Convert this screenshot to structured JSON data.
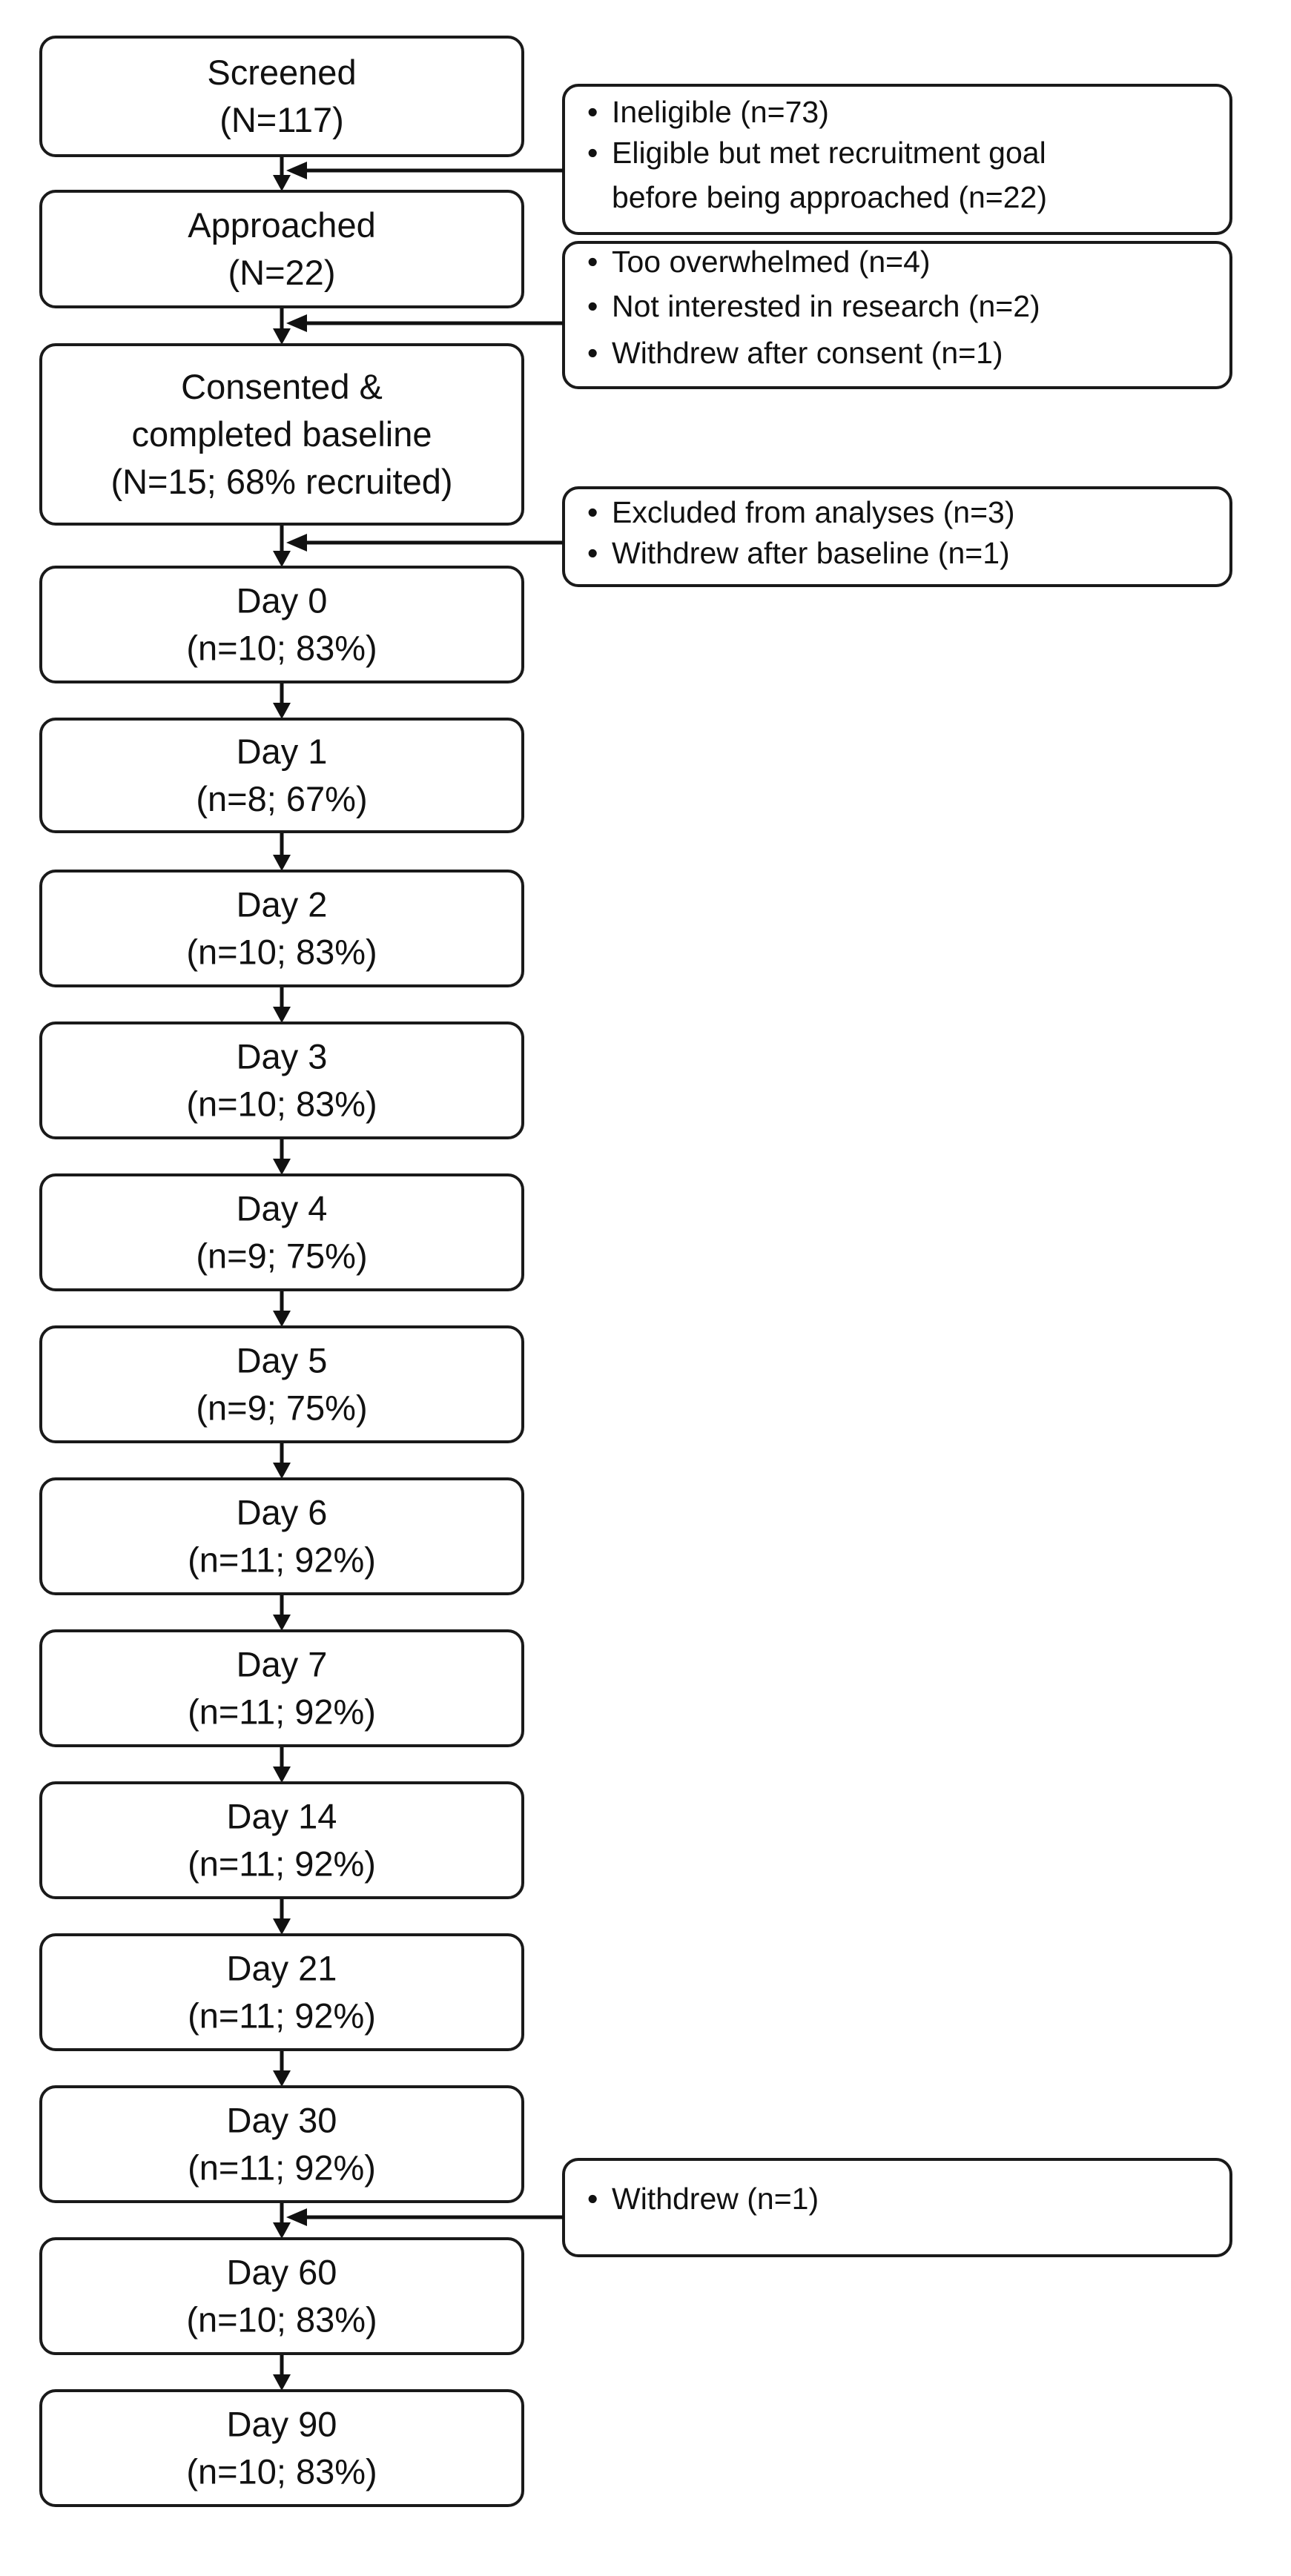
{
  "main_boxes": [
    {
      "lines": [
        "Screened",
        "(N=117)"
      ]
    },
    {
      "lines": [
        "Approached",
        "(N=22)"
      ]
    },
    {
      "lines": [
        "Consented &",
        "completed baseline",
        "(N=15; 68% recruited)"
      ]
    },
    {
      "lines": [
        "Day 0",
        "(n=10; 83%)"
      ]
    },
    {
      "lines": [
        "Day 1",
        "(n=8; 67%)"
      ]
    },
    {
      "lines": [
        "Day 2",
        "(n=10; 83%)"
      ]
    },
    {
      "lines": [
        "Day 3",
        "(n=10; 83%)"
      ]
    },
    {
      "lines": [
        "Day 4",
        "(n=9; 75%)"
      ]
    },
    {
      "lines": [
        "Day 5",
        "(n=9; 75%)"
      ]
    },
    {
      "lines": [
        "Day 6",
        "(n=11; 92%)"
      ]
    },
    {
      "lines": [
        "Day 7",
        "(n=11; 92%)"
      ]
    },
    {
      "lines": [
        "Day 14",
        "(n=11; 92%)"
      ]
    },
    {
      "lines": [
        "Day 21",
        "(n=11; 92%)"
      ]
    },
    {
      "lines": [
        "Day 30",
        "(n=11; 92%)"
      ]
    },
    {
      "lines": [
        "Day 60",
        "(n=10; 83%)"
      ]
    },
    {
      "lines": [
        "Day 90",
        "(n=10; 83%)"
      ]
    }
  ],
  "exclusion_boxes": [
    {
      "after": 0,
      "items": [
        {
          "text": "Ineligible (n=73)"
        },
        {
          "text": "Eligible but met recruitment goal",
          "continuation": "before being approached (n=22)"
        }
      ]
    },
    {
      "after": 1,
      "items": [
        {
          "text": "Too overwhelmed (n=4)"
        },
        {
          "text": "Not interested in research (n=2)"
        },
        {
          "text": "Withdrew after consent (n=1)"
        }
      ]
    },
    {
      "after": 2,
      "items": [
        {
          "text": "Excluded from analyses (n=3)"
        },
        {
          "text": "Withdrew after baseline (n=1)"
        }
      ]
    },
    {
      "after": 13,
      "items": [
        {
          "text": "Withdrew (n=1)"
        }
      ]
    }
  ],
  "bullet_char": "•"
}
